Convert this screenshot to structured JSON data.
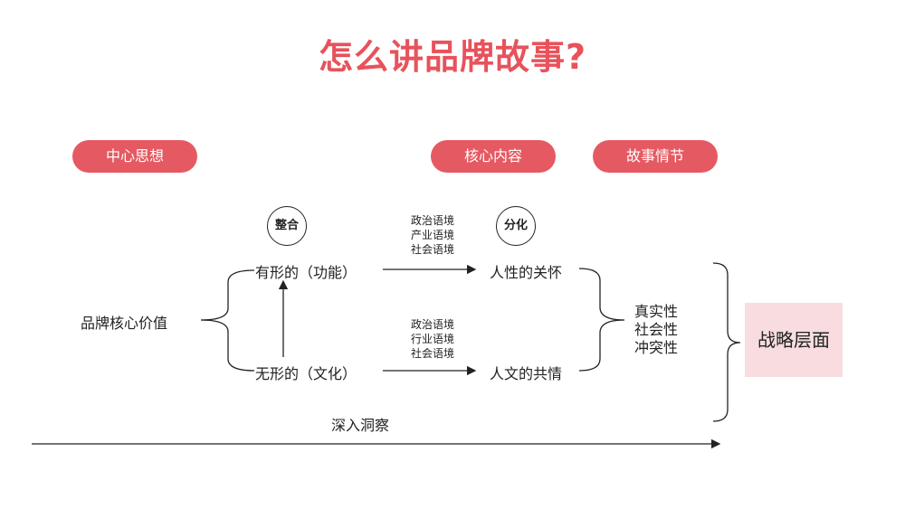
{
  "title": "怎么讲品牌故事?",
  "pills": {
    "central_idea": "中心思想",
    "core_content": "核心内容",
    "story_plot": "故事情节"
  },
  "circles": {
    "integrate": "整合",
    "differentiate": "分化"
  },
  "core_value": "品牌核心价值",
  "tangible": "有形的（功能）",
  "intangible": "无形的（文化）",
  "context_top": [
    "政治语境",
    "产业语境",
    "社会语境"
  ],
  "context_bottom": [
    "政治语境",
    "行业语境",
    "社会语境"
  ],
  "humanity_care": "人性的关怀",
  "humanities_empathy": "人文的共情",
  "traits": [
    "真实性",
    "社会性",
    "冲突性"
  ],
  "strategy": "战略层面",
  "deep_insight": "深入洞察"
}
